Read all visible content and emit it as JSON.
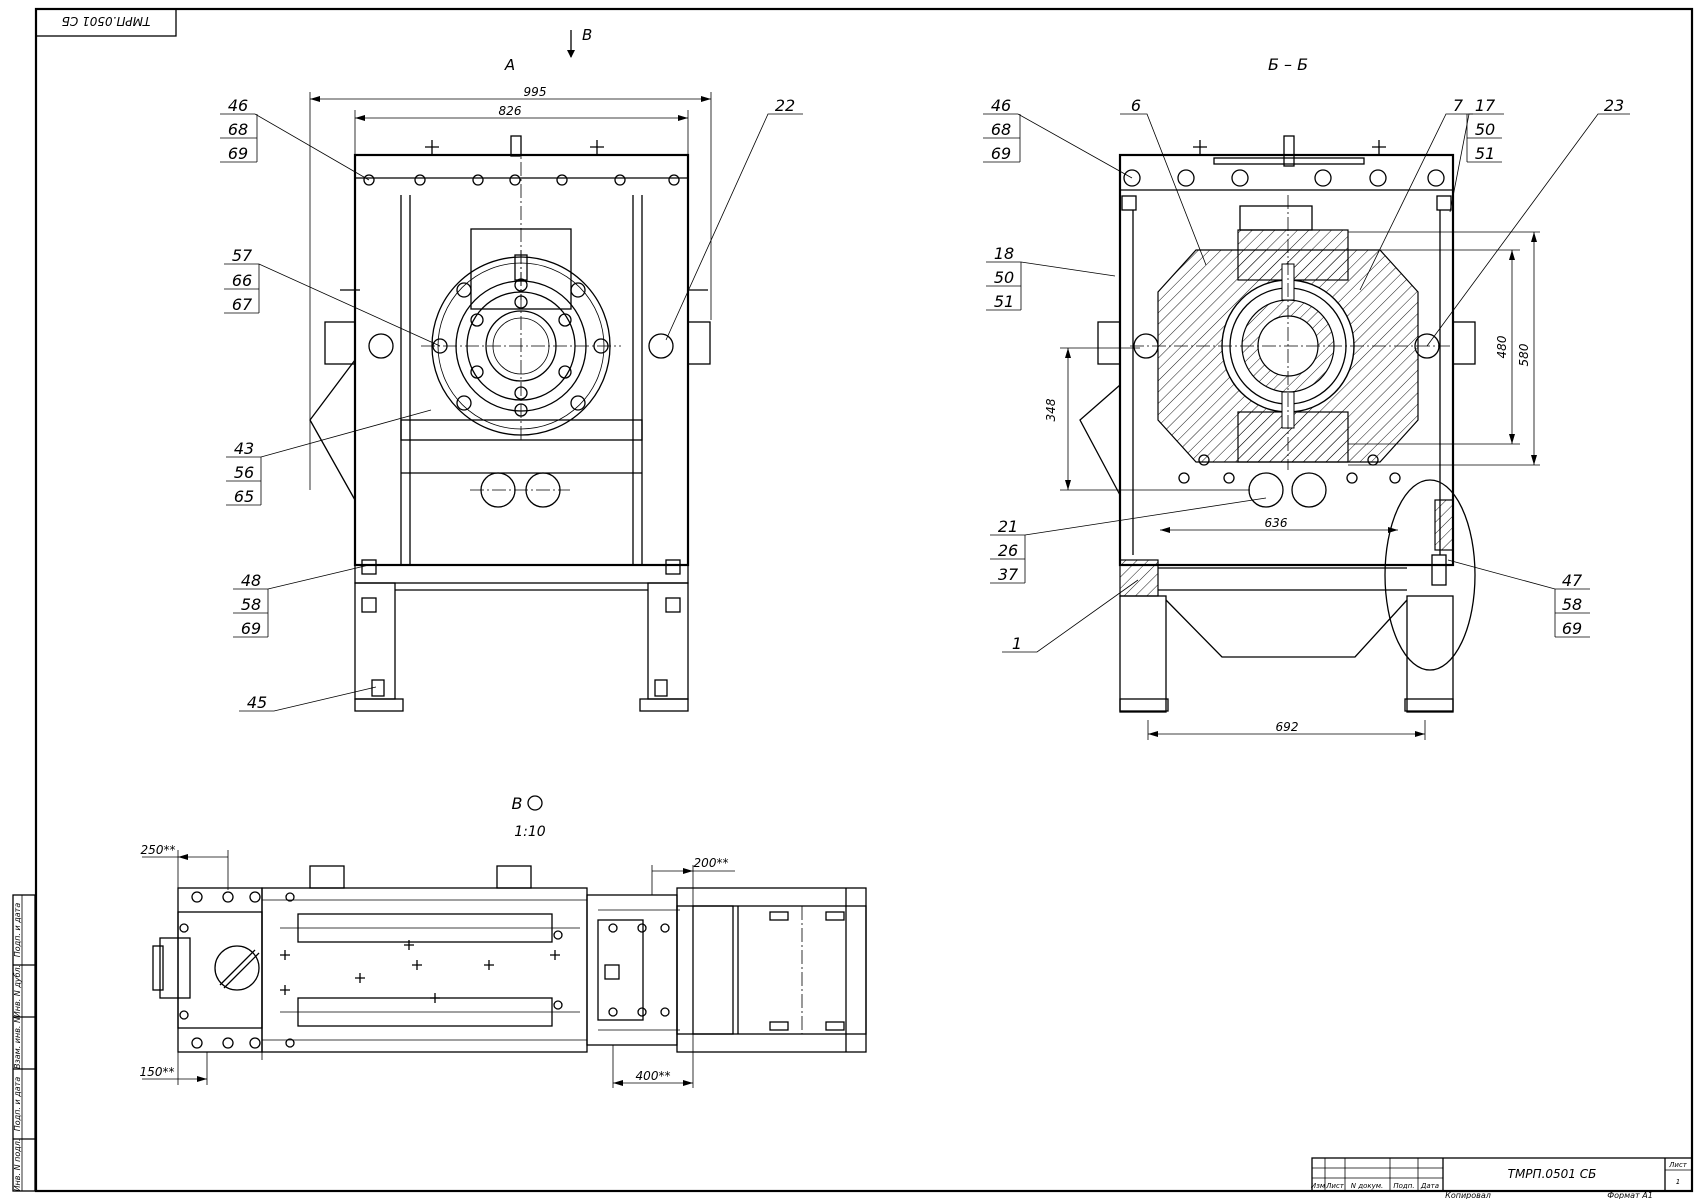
{
  "sheet": {
    "stamp_top": "ТМРП.0501 СБ",
    "doc_code": "ТМРП.0501 СБ",
    "sheet_label": "Лист",
    "sheet_no": "1",
    "copied_label": "Копировал",
    "format_label": "Формат А1",
    "title_headers": [
      "Изм",
      "Лист",
      "N докум.",
      "Подп.",
      "Дата"
    ],
    "side_labels": [
      "Подп. и дата",
      "Инв. N дубл.",
      "Взам. инв. N",
      "Подп. и дата",
      "Инв. N подл."
    ]
  },
  "views": {
    "a": {
      "title": "А",
      "dim_995": "995",
      "dim_826": "826"
    },
    "b_arrow": "В",
    "bb": {
      "title": "Б – Б",
      "dim_636": "636",
      "dim_692": "692",
      "dim_348": "348",
      "dim_480": "480",
      "dim_580": "580"
    },
    "v": {
      "title": "В",
      "scale": "1:10",
      "dim_250": "250**",
      "dim_150": "150**",
      "dim_200": "200**",
      "dim_400": "400**"
    }
  },
  "callouts_a": [
    [
      "46",
      "68",
      "69"
    ],
    [
      "57",
      "66",
      "67"
    ],
    [
      "43",
      "56",
      "65"
    ],
    [
      "48",
      "58",
      "69"
    ],
    [
      "45"
    ],
    [
      "22"
    ]
  ],
  "callouts_bb": [
    [
      "46",
      "68",
      "69"
    ],
    [
      "18",
      "50",
      "51"
    ],
    [
      "21",
      "26",
      "37"
    ],
    [
      "1"
    ],
    [
      "6"
    ],
    [
      "7"
    ],
    [
      "17",
      "50",
      "51"
    ],
    [
      "23"
    ],
    [
      "47",
      "58",
      "69"
    ]
  ]
}
